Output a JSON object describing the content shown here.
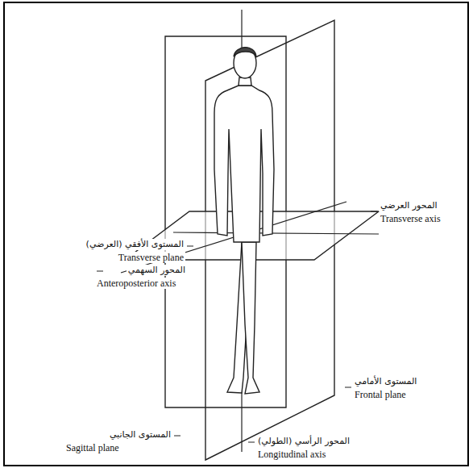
{
  "diagram": {
    "labels": [
      "المحور العرضي",
      "Transverse axis",
      "المستوى الأفقي (العرضي)",
      "Transverse plane",
      "المحور السهمي",
      "Anteroposterior axis",
      "المستوى الأمامي",
      "Frontal plane",
      "المستوى الجانبي",
      "Sagittal plane",
      "المحور الرأسي (الطولي)",
      "Longitudinal axis"
    ]
  }
}
